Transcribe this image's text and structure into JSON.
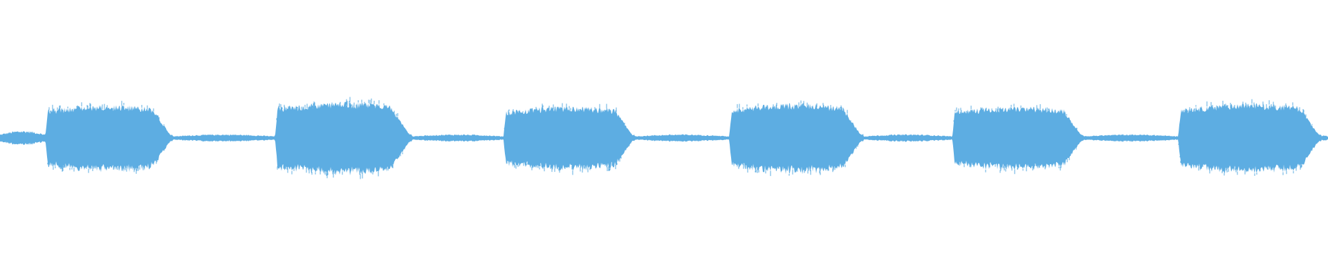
{
  "waveform": {
    "color": "#5dade2",
    "background": "#ffffff",
    "icon": "audio-waveform-icon",
    "segments": [
      {
        "kind": "quiet",
        "start": 0.0,
        "end": 0.034,
        "amplitude": 0.05
      },
      {
        "kind": "burst",
        "start": 0.034,
        "end": 0.13,
        "amplitude": 0.23,
        "peak": 0.55
      },
      {
        "kind": "quiet",
        "start": 0.13,
        "end": 0.207,
        "amplitude": 0.025
      },
      {
        "kind": "burst",
        "start": 0.207,
        "end": 0.31,
        "amplitude": 0.25,
        "peak": 0.6
      },
      {
        "kind": "quiet",
        "start": 0.31,
        "end": 0.379,
        "amplitude": 0.025
      },
      {
        "kind": "burst",
        "start": 0.379,
        "end": 0.478,
        "amplitude": 0.22,
        "peak": 0.55
      },
      {
        "kind": "quiet",
        "start": 0.478,
        "end": 0.549,
        "amplitude": 0.025
      },
      {
        "kind": "burst",
        "start": 0.549,
        "end": 0.65,
        "amplitude": 0.24,
        "peak": 0.55
      },
      {
        "kind": "quiet",
        "start": 0.65,
        "end": 0.717,
        "amplitude": 0.025
      },
      {
        "kind": "burst",
        "start": 0.717,
        "end": 0.816,
        "amplitude": 0.22,
        "peak": 0.55
      },
      {
        "kind": "quiet",
        "start": 0.816,
        "end": 0.887,
        "amplitude": 0.025
      },
      {
        "kind": "burst",
        "start": 0.887,
        "end": 0.995,
        "amplitude": 0.24,
        "peak": 0.75
      },
      {
        "kind": "quiet",
        "start": 0.995,
        "end": 1.0,
        "amplitude": 0.02
      }
    ]
  }
}
